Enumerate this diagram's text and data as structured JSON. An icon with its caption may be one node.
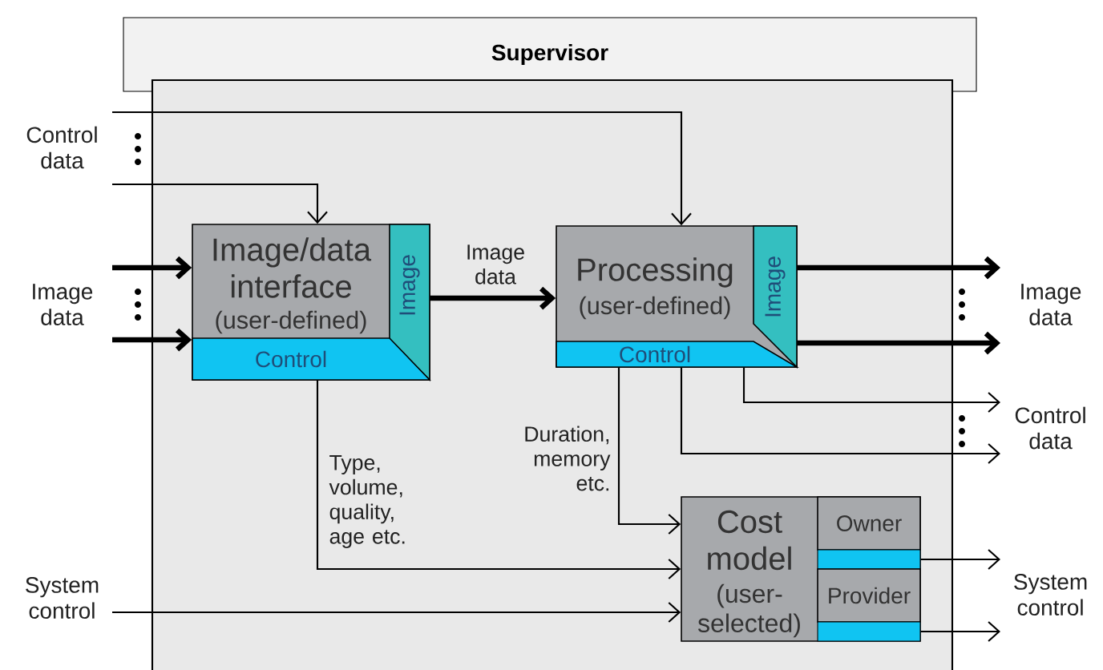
{
  "diagram": {
    "nodes": [
      {
        "text": [
          "Supervisor"
        ]
      },
      {
        "text": [
          "Image/data interface",
          "(user-defined)"
        ]
      },
      {
        "text": [
          "Image"
        ],
        "in": 1
      },
      {
        "text": [
          "Control"
        ],
        "in": 1
      },
      {
        "text": [
          "Processing",
          "(user-defined)"
        ]
      },
      {
        "text": [
          "Image"
        ],
        "in": 4
      },
      {
        "text": [
          "Control"
        ],
        "in": 4
      },
      {
        "text": [
          "Cost model",
          "(user-selected)"
        ]
      },
      {
        "text": [
          "Owner"
        ],
        "in": 7
      },
      {
        "text": [],
        "shape": "bar",
        "in": 7
      },
      {
        "text": [
          "Provider"
        ],
        "in": 7
      },
      {
        "text": [],
        "shape": "bar",
        "in": 7
      },
      {
        "text": [
          "Control data"
        ]
      },
      {
        "text": [
          "Image data"
        ]
      },
      {
        "text": [
          "System control"
        ]
      },
      {
        "text": [
          "Image data"
        ]
      },
      {
        "text": [
          "Control data"
        ]
      },
      {
        "text": [
          "System control"
        ]
      }
    ],
    "edges": [
      {
        "from": 12,
        "to": 4,
        "arrow": "to"
      },
      {
        "from": 12,
        "to": 1,
        "arrow": "to"
      },
      {
        "from": 13,
        "to": 1,
        "arrow": "to",
        "style": "thick"
      },
      {
        "from": 13,
        "to": 1,
        "arrow": "to",
        "style": "thick"
      },
      {
        "from": 2,
        "to": 4,
        "arrow": "to",
        "style": "thick",
        "label": "Image data"
      },
      {
        "from": 5,
        "to": 15,
        "arrow": "to",
        "style": "thick"
      },
      {
        "from": 5,
        "to": 15,
        "arrow": "to",
        "style": "thick"
      },
      {
        "from": 6,
        "to": 16,
        "arrow": "to"
      },
      {
        "from": 6,
        "to": 16,
        "arrow": "to"
      },
      {
        "from": 6,
        "to": 7,
        "arrow": "to",
        "label": "Duration, memory etc."
      },
      {
        "from": 3,
        "to": 7,
        "arrow": "to",
        "label": "Type, volume, quality, age etc."
      },
      {
        "from": 14,
        "to": 7,
        "arrow": "to"
      },
      {
        "from": 9,
        "to": 17,
        "arrow": "to"
      },
      {
        "from": 11,
        "to": 17,
        "arrow": "to"
      }
    ]
  }
}
